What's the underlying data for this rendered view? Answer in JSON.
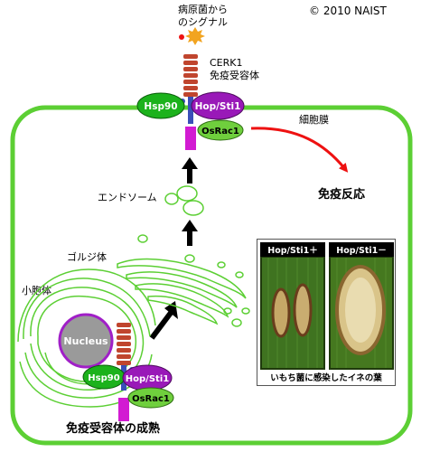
{
  "copyright": "© 2010 NAIST",
  "signal_label_line1": "病原菌から",
  "signal_label_line2": "のシグナル",
  "receptor_label_line1": "CERK1",
  "receptor_label_line2": "免疫受容体",
  "membrane_label": "細胞膜",
  "immune_response_label": "免疫反応",
  "endosome_label": "エンドソーム",
  "golgi_label": "ゴルジ体",
  "er_label": "小胞体",
  "nucleus_label": "Nucleus",
  "maturation_label": "免疫受容体の成熟",
  "proteins": {
    "hsp90": "Hsp90",
    "hop_sti1": "Hop/Sti1",
    "osrac1": "OsRac1"
  },
  "photo": {
    "left_label": "Hop/Sti1＋",
    "right_label": "Hop/Sti1－",
    "caption": "いもち菌に感染したイネの葉"
  },
  "colors": {
    "membrane": "#5ccf34",
    "hsp90": "#1cb21c",
    "hop_sti1": "#9919b8",
    "osrac1": "#6fcf3d",
    "receptor": "#c0452e",
    "tail": "#d21bd2",
    "arrow_red": "#ee1111"
  }
}
